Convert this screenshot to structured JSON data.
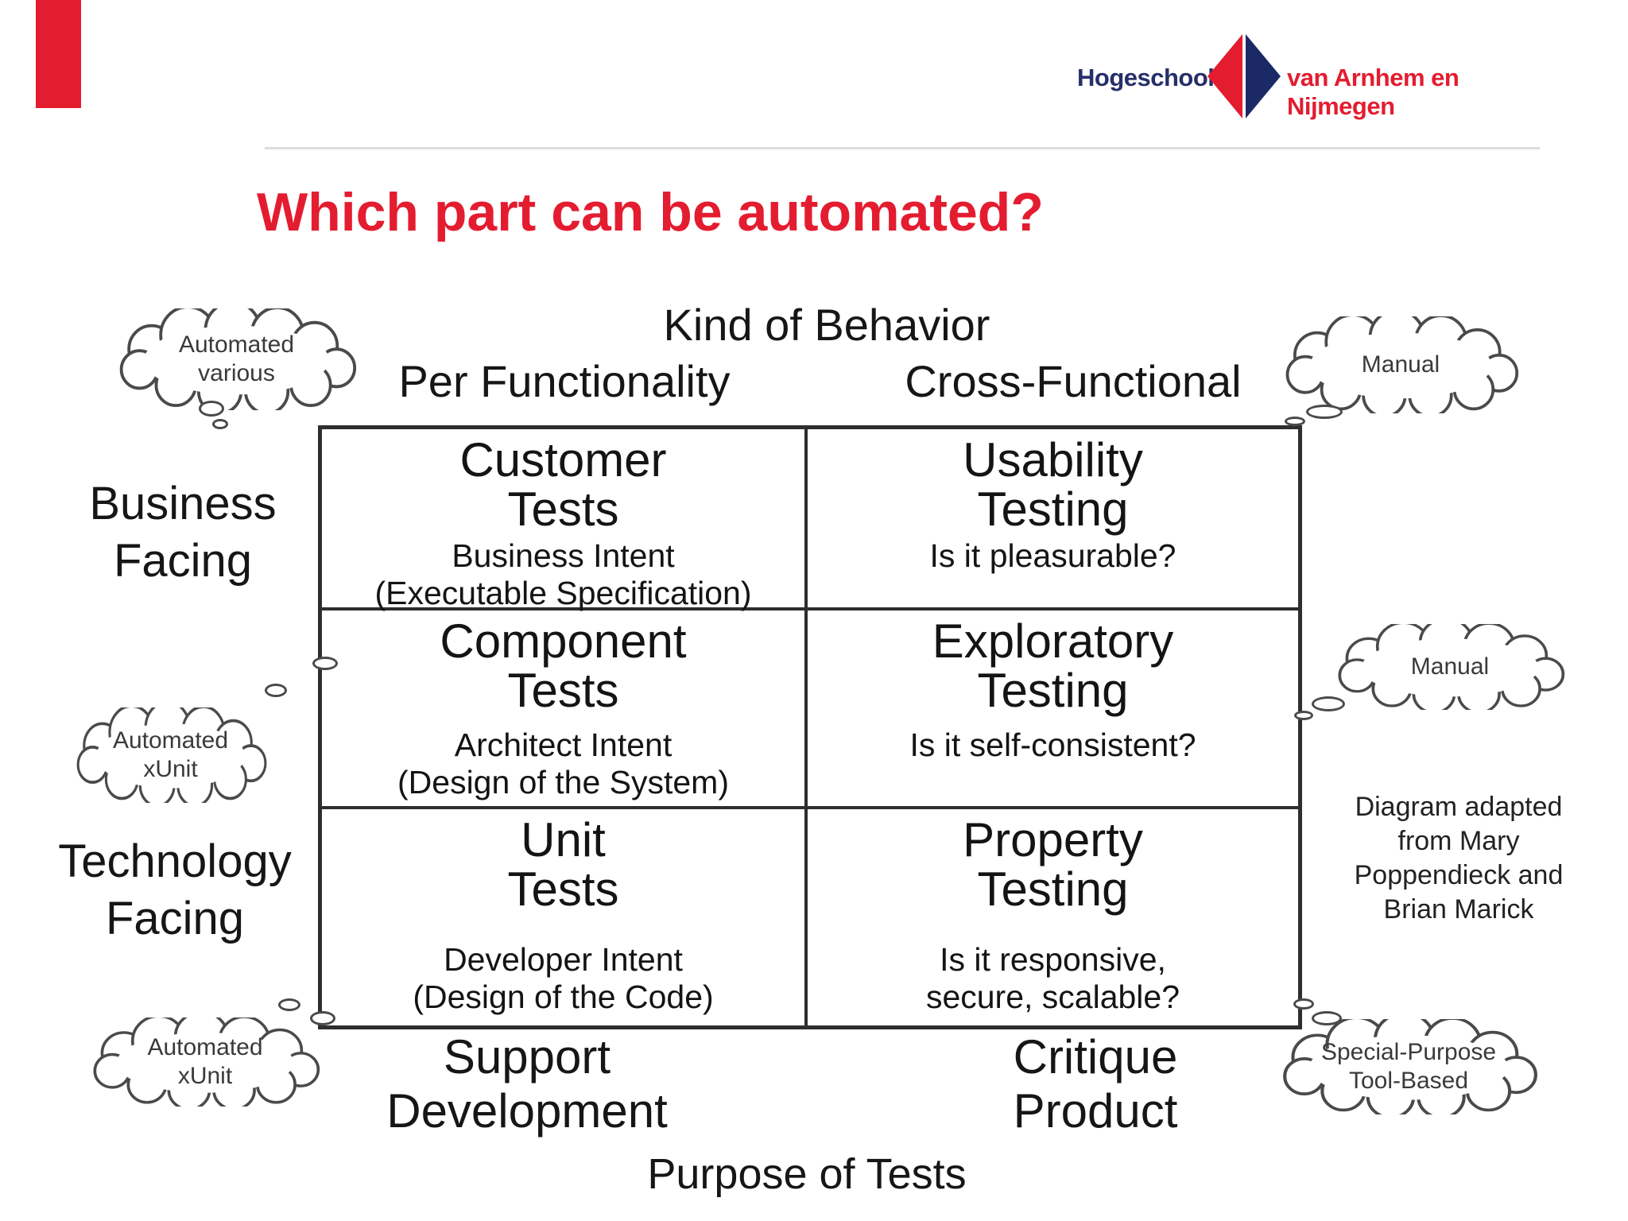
{
  "brand": {
    "hogeschool": "Hogeschool",
    "van_arnhem": "van Arnhem en Nijmegen"
  },
  "title": "Which part can be automated?",
  "diagram": {
    "kind_of_behavior": "Kind of Behavior",
    "per_functionality": "Per Functionality",
    "cross_functional": "Cross-Functional",
    "business_facing": [
      "Business",
      "Facing"
    ],
    "technology_facing": [
      "Technology",
      "Facing"
    ],
    "cells": [
      {
        "title": [
          "Customer",
          "Tests"
        ],
        "subs": [
          "Business Intent",
          "(Executable Specification)"
        ]
      },
      {
        "title": [
          "Usability",
          "Testing"
        ],
        "subs": [
          "Is it pleasurable?"
        ]
      },
      {
        "title": [
          "Component",
          "Tests"
        ],
        "subs": [
          "Architect Intent",
          "(Design of the System)"
        ]
      },
      {
        "title": [
          "Exploratory",
          "Testing"
        ],
        "subs": [
          "Is it self-consistent?"
        ]
      },
      {
        "title": [
          "Unit",
          "Tests"
        ],
        "subs": [
          "Developer Intent",
          "(Design of the Code)"
        ]
      },
      {
        "title": [
          "Property",
          "Testing"
        ],
        "subs": [
          "Is it responsive,",
          "secure, scalable?"
        ]
      }
    ],
    "support_development": [
      "Support",
      "Development"
    ],
    "critique_product": [
      "Critique",
      "Product"
    ],
    "purpose_of_tests": "Purpose of Tests",
    "clouds": [
      {
        "lines": [
          "Automated",
          "various"
        ]
      },
      {
        "lines": [
          "Manual"
        ]
      },
      {
        "lines": [
          "Automated",
          "xUnit"
        ]
      },
      {
        "lines": [
          "Manual"
        ]
      },
      {
        "lines": [
          "Automated",
          "xUnit"
        ]
      },
      {
        "lines": [
          "Special-Purpose",
          "Tool-Based"
        ]
      }
    ],
    "attribution": [
      "Diagram adapted",
      "from Mary",
      "Poppendieck and",
      "Brian Marick"
    ]
  },
  "colors": {
    "accent_red": "#e41c30",
    "navy": "#262f69",
    "ink": "#161616",
    "line_gray": "#dcdcdc",
    "cloud_stroke": "#4a4a4a"
  }
}
